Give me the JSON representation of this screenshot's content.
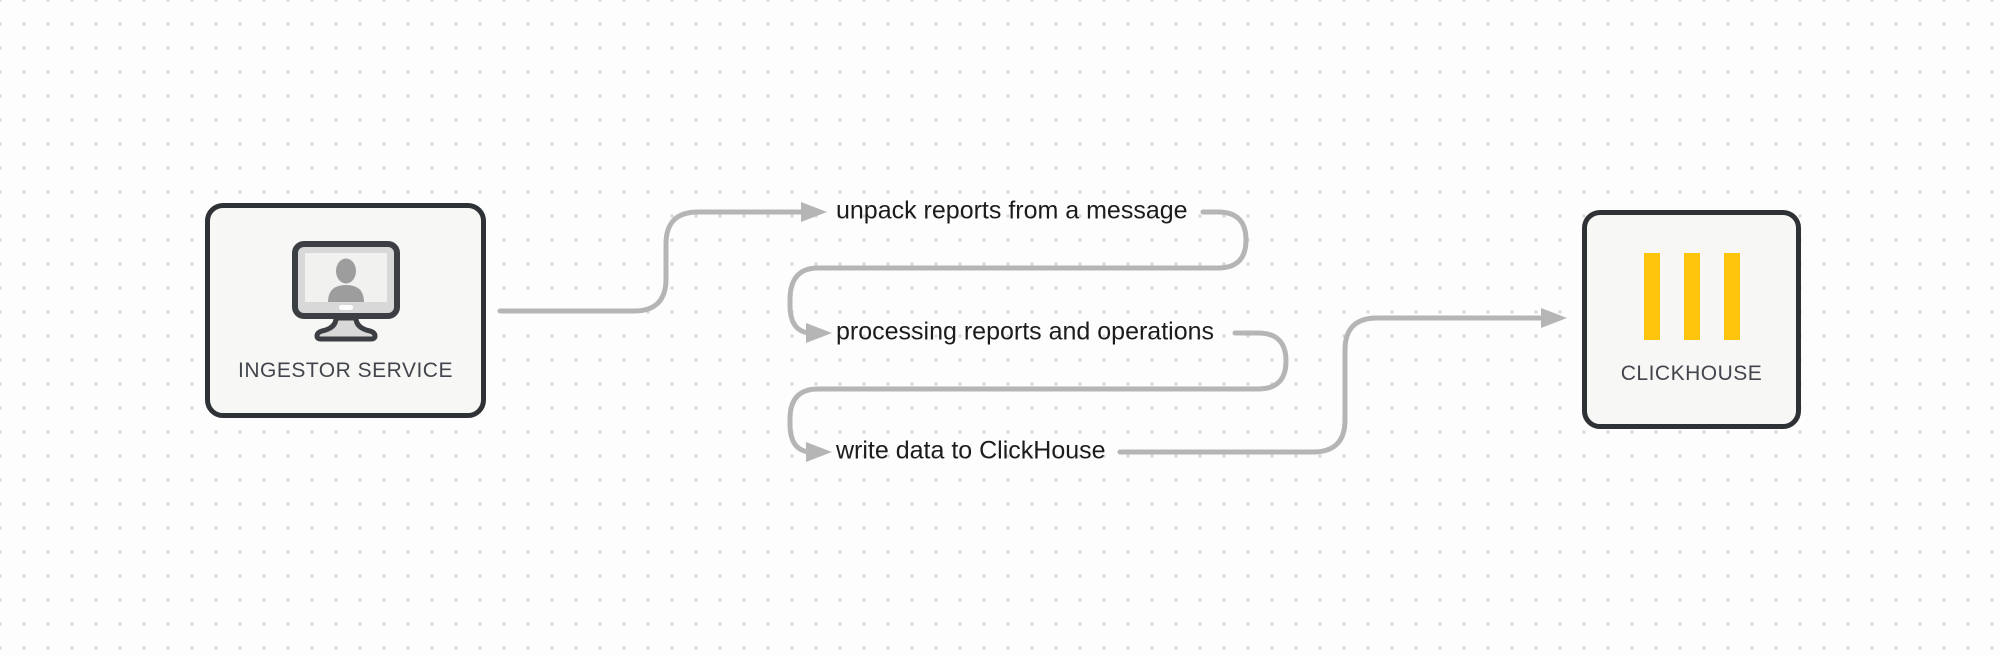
{
  "nodes": [
    {
      "id": "ingestor-service",
      "label": "INGESTOR SERVICE",
      "icon": "user-workstation-icon"
    },
    {
      "id": "clickhouse",
      "label": "CLICKHOUSE",
      "icon": "clickhouse-logo-icon"
    }
  ],
  "flow_steps": [
    {
      "label": "unpack reports from a message"
    },
    {
      "label": "processing reports and operations"
    },
    {
      "label": "write data to ClickHouse"
    }
  ],
  "colors": {
    "connector": "#b5b5b5",
    "node_border": "#2e3135",
    "node_fill": "#f7f7f6",
    "clickhouse_yellow": "#ffc40c",
    "flow_label_text": "#1c1c1c",
    "node_label_text": "#42464c",
    "dot_grid": "#d9d9d9",
    "background": "#fdfdfd",
    "icon_gray": "#9d9d9d",
    "icon_light_gray": "#d8d8d8"
  }
}
